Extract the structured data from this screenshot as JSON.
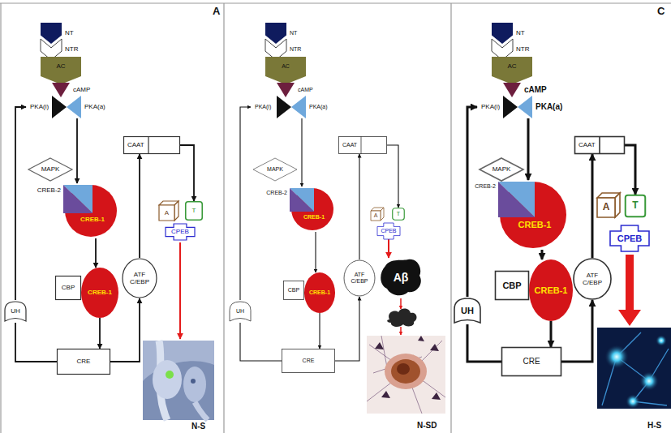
{
  "diagram": {
    "nodes": [
      {
        "text": [
          "NT"
        ]
      },
      {
        "text": [
          "NTR"
        ]
      },
      {
        "text": [
          "AC"
        ]
      },
      {
        "text": [
          "cAMP"
        ]
      },
      {
        "text": [
          "PKA(i)"
        ]
      },
      {
        "text": [
          "PKA(a)"
        ]
      },
      {
        "text": [
          "MAPK"
        ]
      },
      {
        "text": [
          "CREB-2",
          "CREB-1"
        ]
      },
      {
        "text": [
          "CAAT"
        ]
      },
      {
        "text": [
          "ATF",
          "C/EBP"
        ]
      },
      {
        "text": [
          "UH"
        ]
      },
      {
        "text": [
          "A"
        ]
      },
      {
        "text": [
          "T"
        ]
      },
      {
        "text": [
          "CPEB"
        ]
      },
      {
        "text": [
          "CBP"
        ]
      },
      {
        "text": [
          "CREB-1"
        ]
      },
      {
        "text": [
          "CRE"
        ]
      },
      {
        "text": [
          "NT"
        ]
      },
      {
        "text": [
          "NTR"
        ]
      },
      {
        "text": [
          "AC"
        ]
      },
      {
        "text": [
          "cAMP"
        ]
      },
      {
        "text": [
          "PKA(i)"
        ]
      },
      {
        "text": [
          "PKA(a)"
        ]
      },
      {
        "text": [
          "MAPK"
        ]
      },
      {
        "text": [
          "CREB-2",
          "CREB-1"
        ]
      },
      {
        "text": [
          "CAAT"
        ]
      },
      {
        "text": [
          "ATF",
          "C/EBP"
        ]
      },
      {
        "text": [
          "UH"
        ]
      },
      {
        "text": [
          "A"
        ]
      },
      {
        "text": [
          "T"
        ]
      },
      {
        "text": [
          "CPEB"
        ]
      },
      {
        "text": [
          "CBP"
        ]
      },
      {
        "text": [
          "CREB-1"
        ]
      },
      {
        "text": [
          "CRE"
        ]
      },
      {
        "text": [
          "NT"
        ]
      },
      {
        "text": [
          "NTR"
        ]
      },
      {
        "text": [
          "AC"
        ]
      },
      {
        "text": [
          "cAMP"
        ]
      },
      {
        "text": [
          "PKA(i)"
        ]
      },
      {
        "text": [
          "PKA(a)"
        ]
      },
      {
        "text": [
          "MAPK"
        ]
      },
      {
        "text": [
          "CREB-2",
          "CREB-1"
        ]
      },
      {
        "text": [
          "CAAT"
        ]
      },
      {
        "text": [
          "ATF",
          "C/EBP"
        ]
      },
      {
        "text": [
          "UH"
        ]
      },
      {
        "text": [
          "A"
        ]
      },
      {
        "text": [
          "T"
        ]
      },
      {
        "text": [
          "CPEB"
        ]
      },
      {
        "text": [
          "CBP"
        ]
      },
      {
        "text": [
          "CREB-1"
        ]
      },
      {
        "text": [
          "CRE"
        ]
      },
      {
        "text": [
          "Aβ"
        ]
      }
    ],
    "edges": [
      {
        "from": 5,
        "to": 7,
        "arrow": "to"
      },
      {
        "from": 7,
        "to": 15,
        "arrow": "to"
      },
      {
        "from": 15,
        "to": 16,
        "arrow": "to"
      },
      {
        "from": 16,
        "to": 10,
        "arrow": "none"
      },
      {
        "from": 10,
        "to": 4,
        "arrow": "to"
      },
      {
        "from": 16,
        "to": 9,
        "arrow": "to"
      },
      {
        "from": 9,
        "to": 8,
        "arrow": "to"
      },
      {
        "from": 8,
        "to": 12,
        "arrow": "to"
      },
      {
        "from": 22,
        "to": 24,
        "arrow": "to"
      },
      {
        "from": 24,
        "to": 32,
        "arrow": "to"
      },
      {
        "from": 32,
        "to": 33,
        "arrow": "to"
      },
      {
        "from": 33,
        "to": 27,
        "arrow": "none"
      },
      {
        "from": 27,
        "to": 21,
        "arrow": "to"
      },
      {
        "from": 33,
        "to": 26,
        "arrow": "to"
      },
      {
        "from": 26,
        "to": 25,
        "arrow": "to"
      },
      {
        "from": 25,
        "to": 29,
        "arrow": "to"
      },
      {
        "from": 39,
        "to": 41,
        "arrow": "to"
      },
      {
        "from": 41,
        "to": 49,
        "arrow": "to"
      },
      {
        "from": 49,
        "to": 50,
        "arrow": "to"
      },
      {
        "from": 50,
        "to": 44,
        "arrow": "none"
      },
      {
        "from": 44,
        "to": 38,
        "arrow": "to"
      },
      {
        "from": 50,
        "to": 43,
        "arrow": "to"
      },
      {
        "from": 43,
        "to": 42,
        "arrow": "to"
      },
      {
        "from": 42,
        "to": 46,
        "arrow": "to"
      },
      {
        "from": 30,
        "to": 51,
        "arrow": "to"
      }
    ],
    "labels": [
      "A",
      "N-S",
      "N-SD",
      "C",
      "H-S"
    ]
  }
}
